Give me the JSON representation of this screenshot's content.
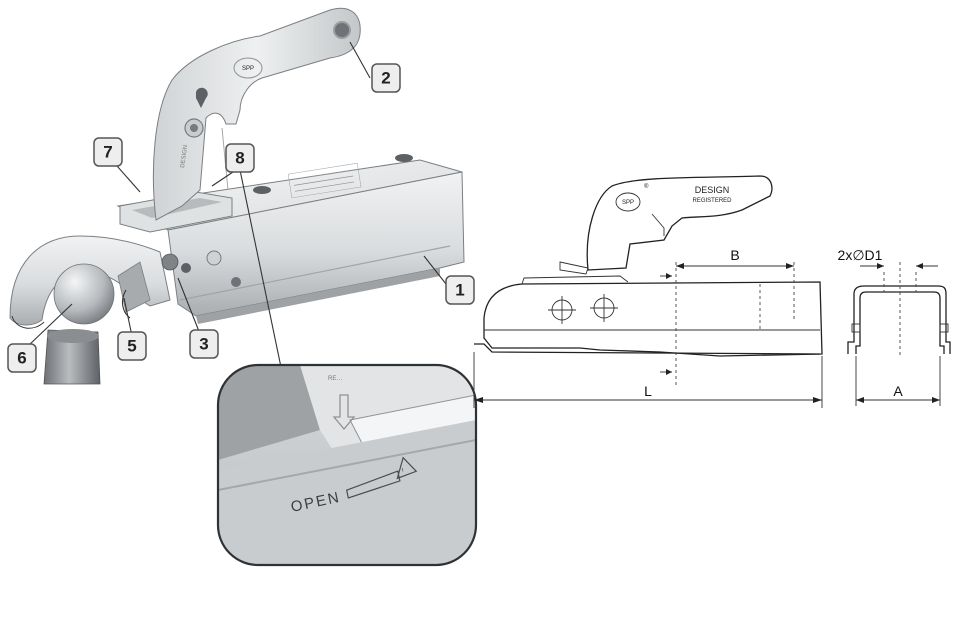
{
  "callouts": {
    "c1": "1",
    "c2": "2",
    "c3": "3",
    "c5": "5",
    "c6": "6",
    "c7": "7",
    "c8": "8"
  },
  "drawing": {
    "design_label": "DESIGN",
    "registered_label": "REGISTERED",
    "dim_L": "L",
    "dim_B": "B",
    "dim_A": "A",
    "dim_D1": "2x∅D1"
  },
  "detail": {
    "open_label": "OPEN",
    "stamp_label": "RE…"
  },
  "colors": {
    "metal_light": "#e3e5e6",
    "metal_mid": "#c8cbcd",
    "metal_dark": "#8d9194",
    "callout_fill": "#eeeeee"
  }
}
